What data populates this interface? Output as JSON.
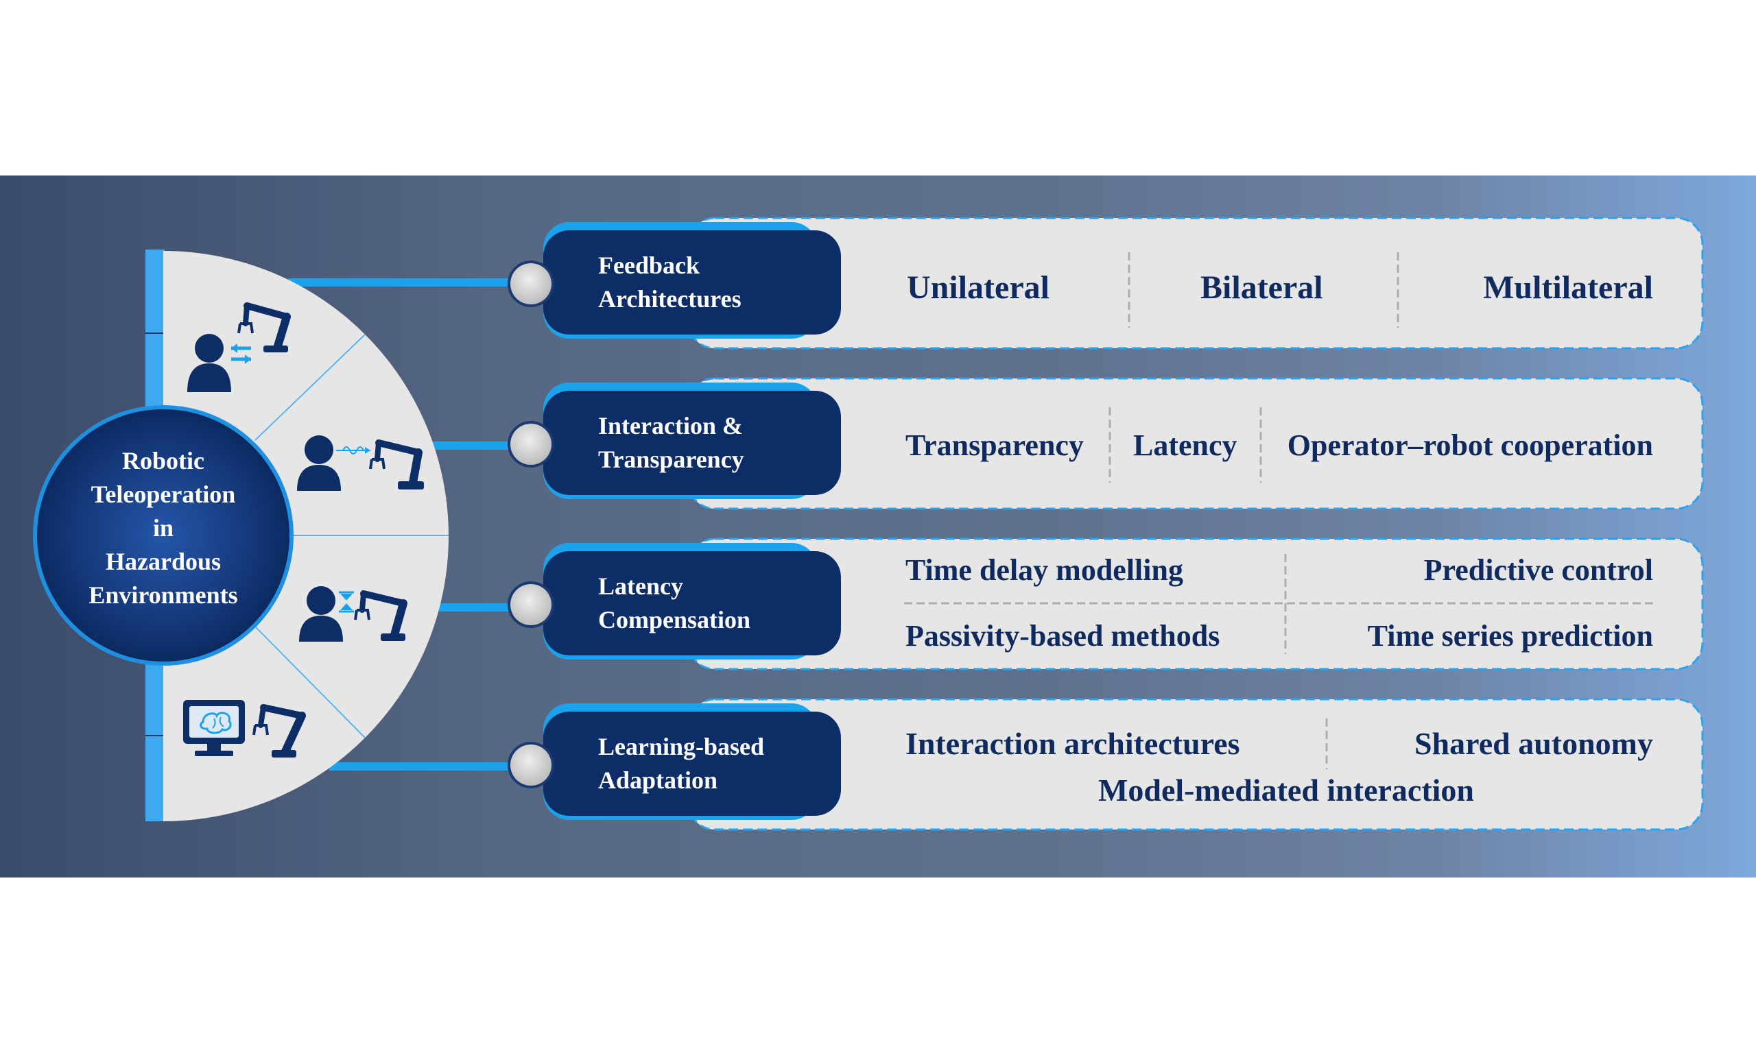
{
  "colors": {
    "navy": "#0d2d66",
    "accent_blue": "#1aa3ec",
    "panel_gray": "#e6e6e6",
    "text_navy": "#0f2a5e"
  },
  "center": {
    "lines": [
      "Robotic",
      "Teleoperation",
      "in",
      "Hazardous",
      "Environments"
    ]
  },
  "sector_icons": [
    "operator-robot-bidirectional-icon",
    "operator-robot-signal-icon",
    "operator-robot-hourglass-icon",
    "brain-monitor-robot-icon"
  ],
  "categories": [
    {
      "title_lines": [
        "Feedback",
        "Architectures"
      ],
      "items": [
        "Unilateral",
        "Bilateral",
        "Multilateral"
      ]
    },
    {
      "title_lines": [
        "Interaction &",
        "Transparency"
      ],
      "items": [
        "Transparency",
        "Latency",
        "Operator–robot cooperation"
      ]
    },
    {
      "title_lines": [
        "Latency",
        "Compensation"
      ],
      "items": [
        "Time delay modelling",
        "Predictive control",
        "Passivity-based methods",
        "Time series prediction"
      ]
    },
    {
      "title_lines": [
        "Learning-based",
        "Adaptation"
      ],
      "items": [
        "Interaction architectures",
        "Shared autonomy",
        "Model-mediated interaction"
      ]
    }
  ]
}
